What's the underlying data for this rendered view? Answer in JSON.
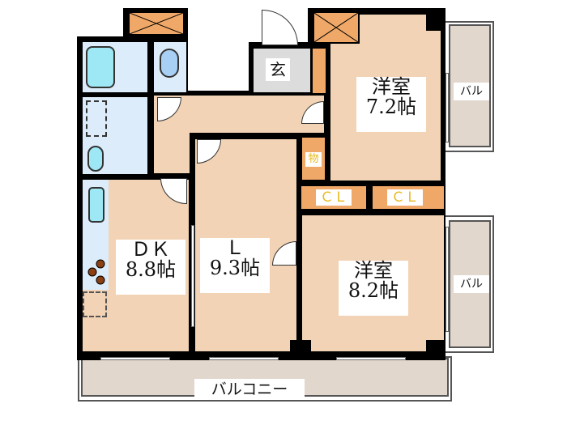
{
  "floorplan": {
    "rooms": [
      {
        "id": "western-room-1",
        "name": "洋室",
        "size": "7.2帖"
      },
      {
        "id": "dining-kitchen",
        "name": "ＤＫ",
        "size": "8.8帖"
      },
      {
        "id": "living",
        "name": "Ｌ",
        "size": "9.3帖"
      },
      {
        "id": "western-room-2",
        "name": "洋室",
        "size": "8.2帖"
      }
    ],
    "entrance": "玄",
    "storage": "物",
    "closets": [
      "ＣＬ",
      "ＣＬ"
    ],
    "balcony_main": "バルコニー",
    "balcony_side": [
      "バル",
      "バル"
    ],
    "colors": {
      "floor": "#f2d3b5",
      "wet_area": "#dcecfa",
      "storage": "#f0a868",
      "balcony": "#e2d7cd",
      "wall": "#000000",
      "closet_text": "#e8b81a"
    }
  }
}
